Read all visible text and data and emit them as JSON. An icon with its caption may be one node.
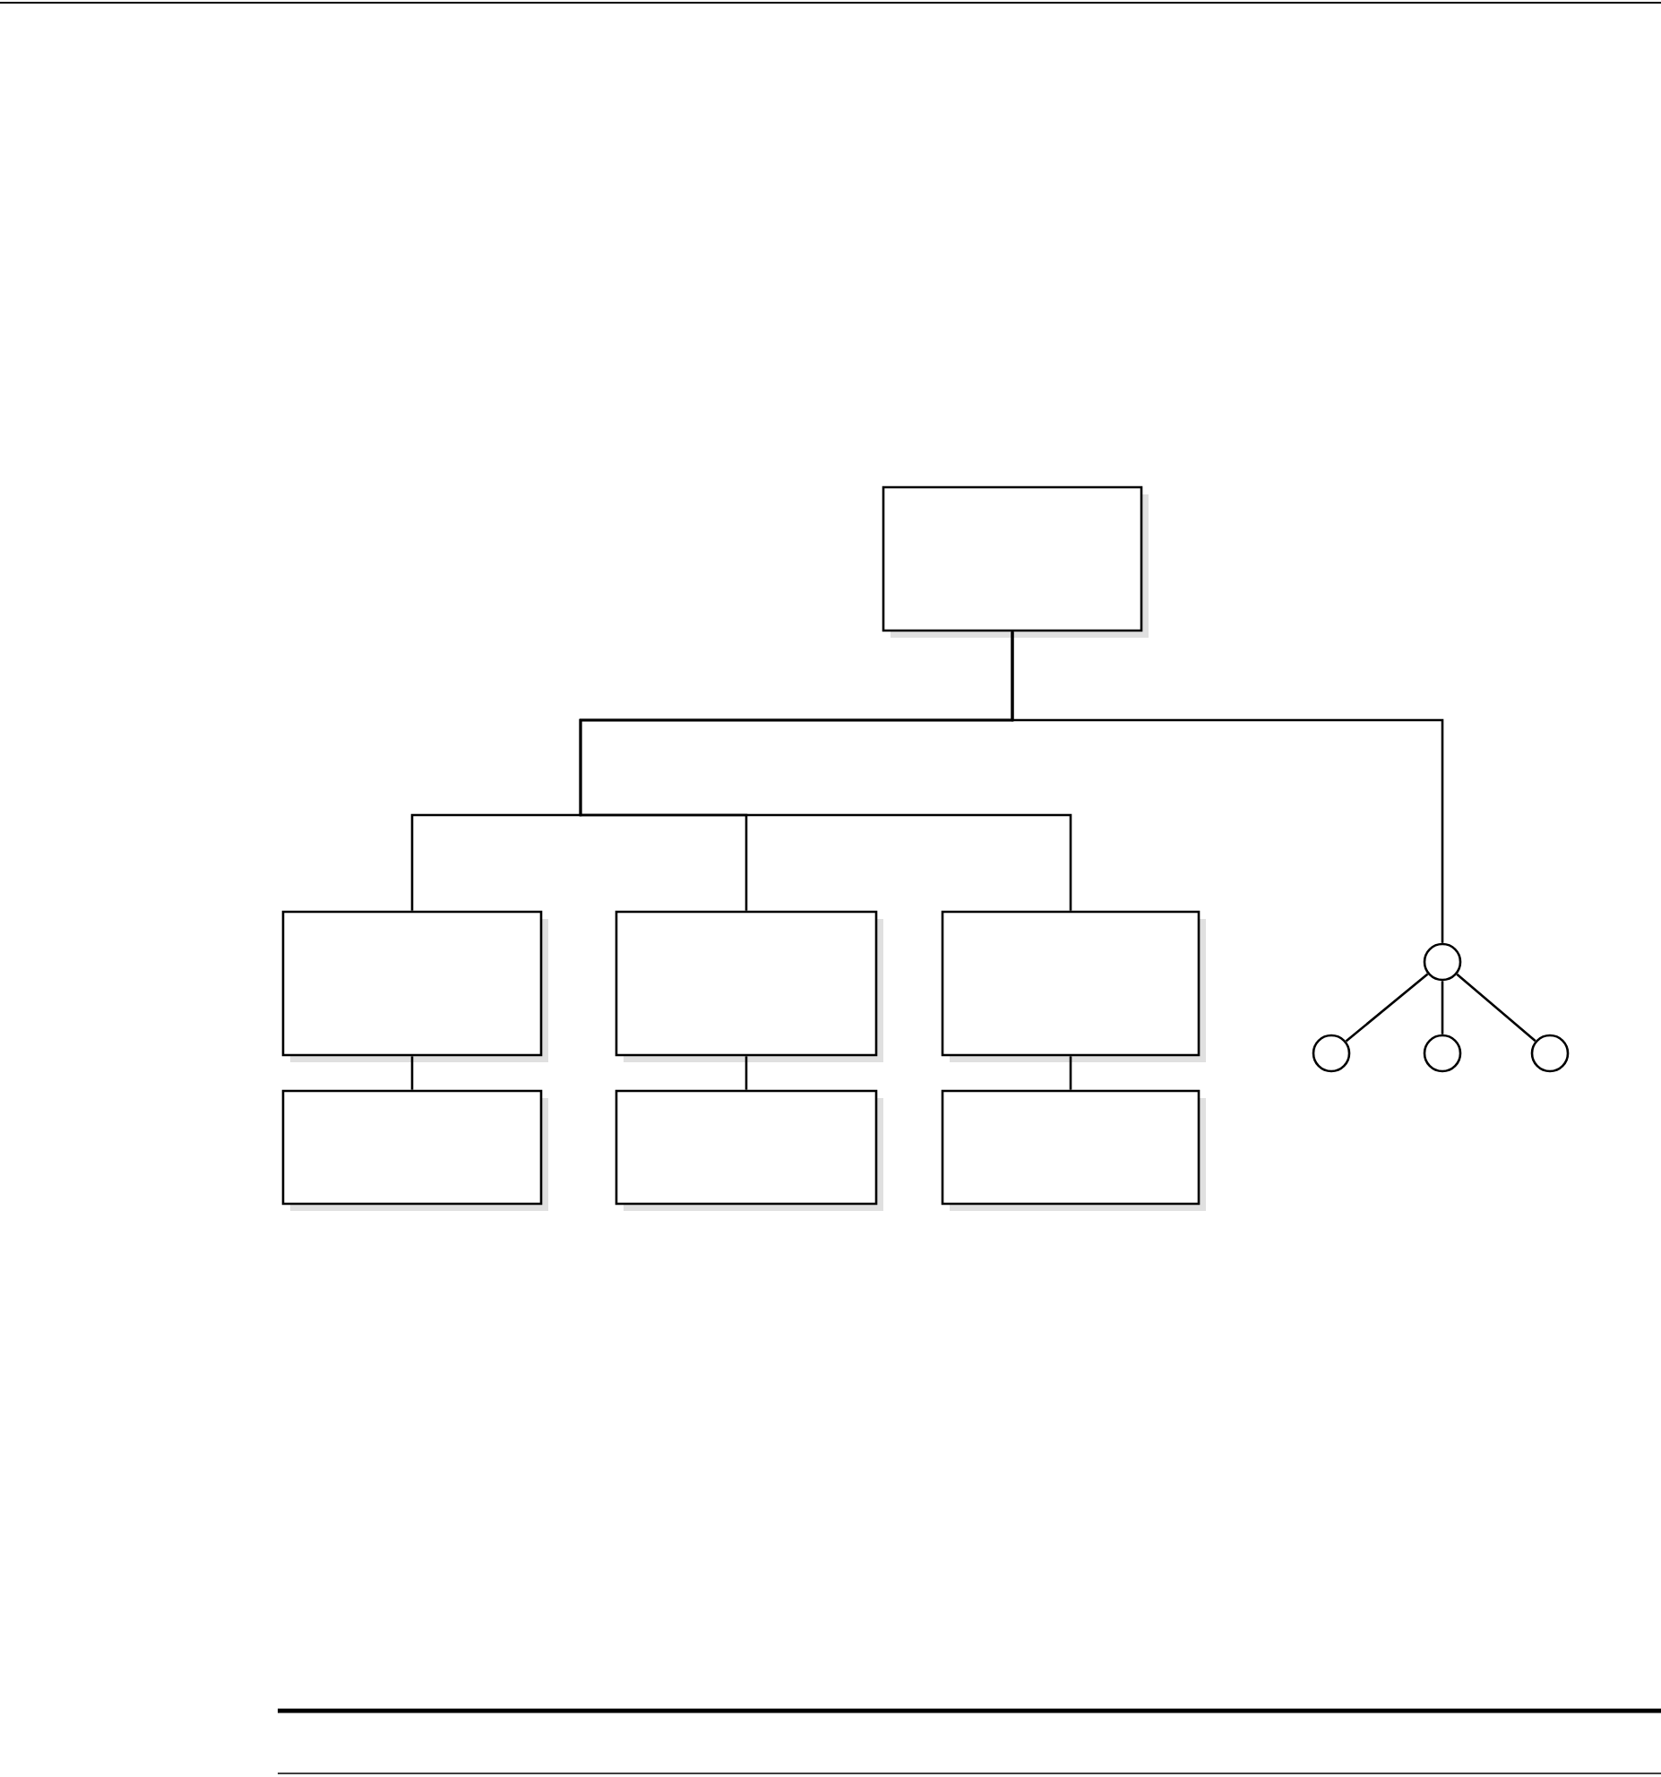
{
  "diagram": {
    "nodes": [
      {
        "text": [],
        "shape": "box"
      },
      {
        "text": [],
        "shape": "box"
      },
      {
        "text": [],
        "shape": "box"
      },
      {
        "text": [],
        "shape": "box"
      },
      {
        "text": [],
        "shape": "circle"
      },
      {
        "text": [],
        "shape": "box"
      },
      {
        "text": [],
        "shape": "box"
      },
      {
        "text": [],
        "shape": "box"
      },
      {
        "text": [],
        "shape": "circle"
      },
      {
        "text": [],
        "shape": "circle"
      },
      {
        "text": [],
        "shape": "circle"
      }
    ],
    "edges": [
      {
        "from": 0,
        "to": 1,
        "arrow": "none"
      },
      {
        "from": 0,
        "to": 2,
        "arrow": "none"
      },
      {
        "from": 0,
        "to": 3,
        "arrow": "none"
      },
      {
        "from": 0,
        "to": 4,
        "arrow": "none"
      },
      {
        "from": 1,
        "to": 5,
        "arrow": "none"
      },
      {
        "from": 2,
        "to": 6,
        "arrow": "none"
      },
      {
        "from": 3,
        "to": 7,
        "arrow": "none"
      },
      {
        "from": 4,
        "to": 8,
        "arrow": "none"
      },
      {
        "from": 4,
        "to": 9,
        "arrow": "none"
      },
      {
        "from": 4,
        "to": 10,
        "arrow": "none"
      }
    ]
  }
}
